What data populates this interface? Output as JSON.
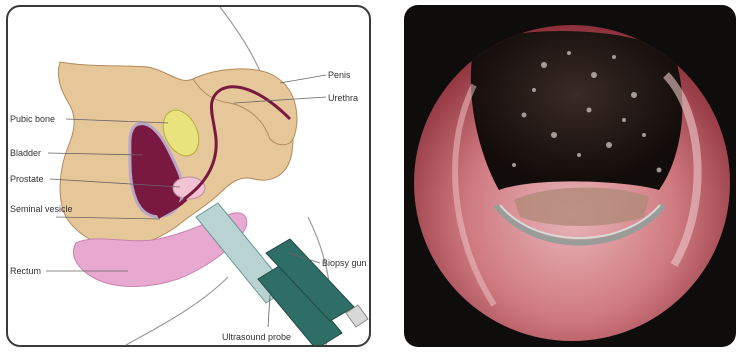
{
  "diagram": {
    "labels": {
      "penis": "Penis",
      "urethra": "Urethra",
      "pubic_bone": "Pubic bone",
      "bladder": "Bladder",
      "prostate": "Prostate",
      "seminal_vesicle": "Seminal vesicle",
      "rectum": "Rectum",
      "biopsy_gun": "Biopsy gun",
      "ultrasound_probe": "Ultrasound probe"
    },
    "colors": {
      "tissue": "#e6c79a",
      "bladder": "#7a1940",
      "bone": "#e9e47e",
      "rectum": "#e7a9cf",
      "probe": "#2f6e66",
      "prostate": "#f1c3d3",
      "urethra": "#7a1940"
    }
  },
  "photo": {
    "colors": {
      "background": "#0f0d0c",
      "tissue": "#c4626a",
      "tissue_light": "#e8b4b8",
      "instrument": "#8a8c8a"
    }
  }
}
